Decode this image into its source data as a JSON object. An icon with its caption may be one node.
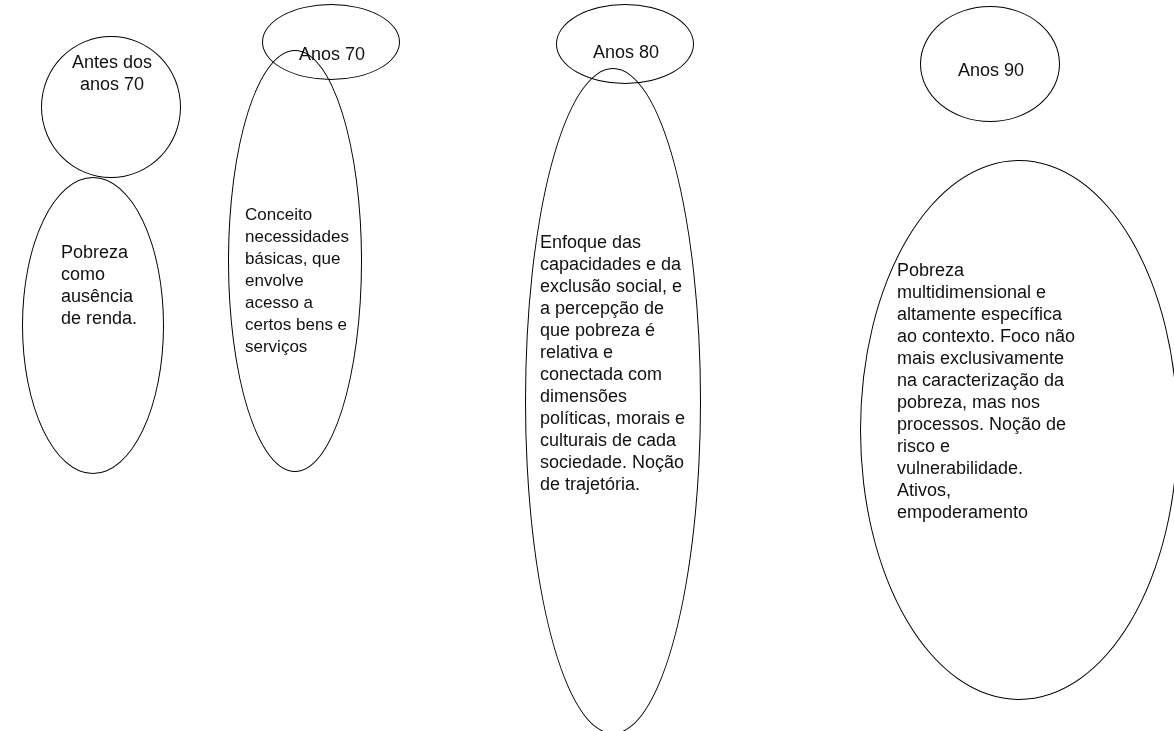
{
  "diagram": {
    "nodes": [
      {
        "text": [
          "Antes dos anos 70"
        ]
      },
      {
        "text": [
          "Pobreza como ausência de renda."
        ]
      },
      {
        "text": [
          "Anos 70"
        ]
      },
      {
        "text": [
          "Conceito necessidades básicas, que envolve acesso a certos bens e serviços"
        ]
      },
      {
        "text": [
          "Anos 80"
        ]
      },
      {
        "text": [
          "Enfoque das capacidades e da exclusão social, e a percepção de que pobreza é relativa e conectada com dimensões políticas, morais e culturais de cada sociedade. Noção de trajetória."
        ]
      },
      {
        "text": [
          "Anos 90"
        ]
      },
      {
        "text": [
          "Pobreza multidimensional e altamente específica ao contexto. Foco não mais exclusivamente na caracterização da pobreza, mas nos processos. Noção de risco e vulnerabilidade. Ativos, empoderamento"
        ]
      }
    ]
  }
}
